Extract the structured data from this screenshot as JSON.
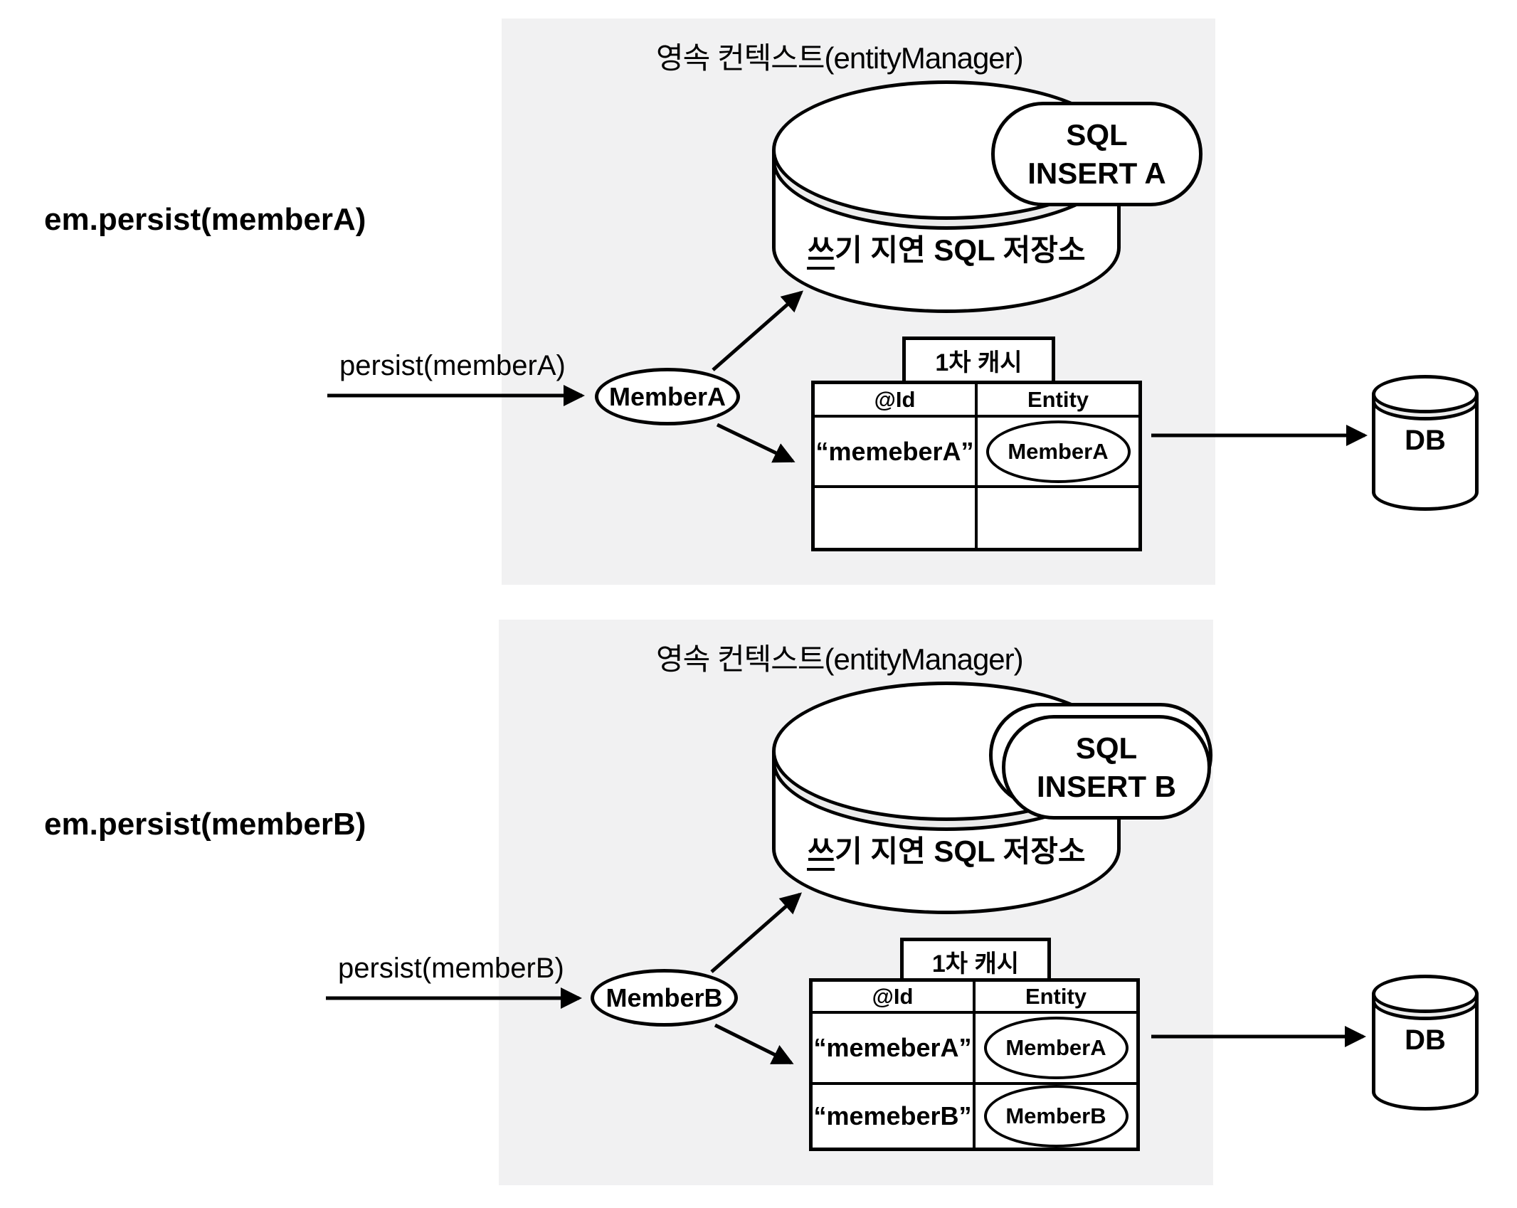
{
  "colors": {
    "panel_bg": "#f1f1f2",
    "stroke": "#000000",
    "shape_fill": "#ffffff"
  },
  "sections": [
    {
      "code_label": "em.persist(memberA)",
      "title": "영속 컨텍스트(entityManager)",
      "arrow_label": "persist(memberA)",
      "member_label": "MemberA",
      "sql_note": {
        "line1": "SQL",
        "line2": "INSERT A"
      },
      "storage_label": {
        "first_char": "쓰",
        "rest": "기 지연 SQL 저장소"
      },
      "cache": {
        "title": "1차 캐시",
        "columns": {
          "id": "@Id",
          "entity": "Entity"
        },
        "rows": [
          {
            "id": "“memeberA”",
            "entity": "MemberA"
          },
          {
            "id": "",
            "entity": ""
          }
        ]
      },
      "db_label": "DB"
    },
    {
      "code_label": "em.persist(memberB)",
      "title": "영속 컨텍스트(entityManager)",
      "arrow_label": "persist(memberB)",
      "member_label": "MemberB",
      "sql_note": {
        "line1": "SQL",
        "line2": "INSERT B"
      },
      "storage_label": {
        "first_char": "쓰",
        "rest": "기 지연 SQL 저장소"
      },
      "cache": {
        "title": "1차 캐시",
        "columns": {
          "id": "@Id",
          "entity": "Entity"
        },
        "rows": [
          {
            "id": "“memeberA”",
            "entity": "MemberA"
          },
          {
            "id": "“memeberB”",
            "entity": "MemberB"
          }
        ]
      },
      "db_label": "DB"
    }
  ]
}
